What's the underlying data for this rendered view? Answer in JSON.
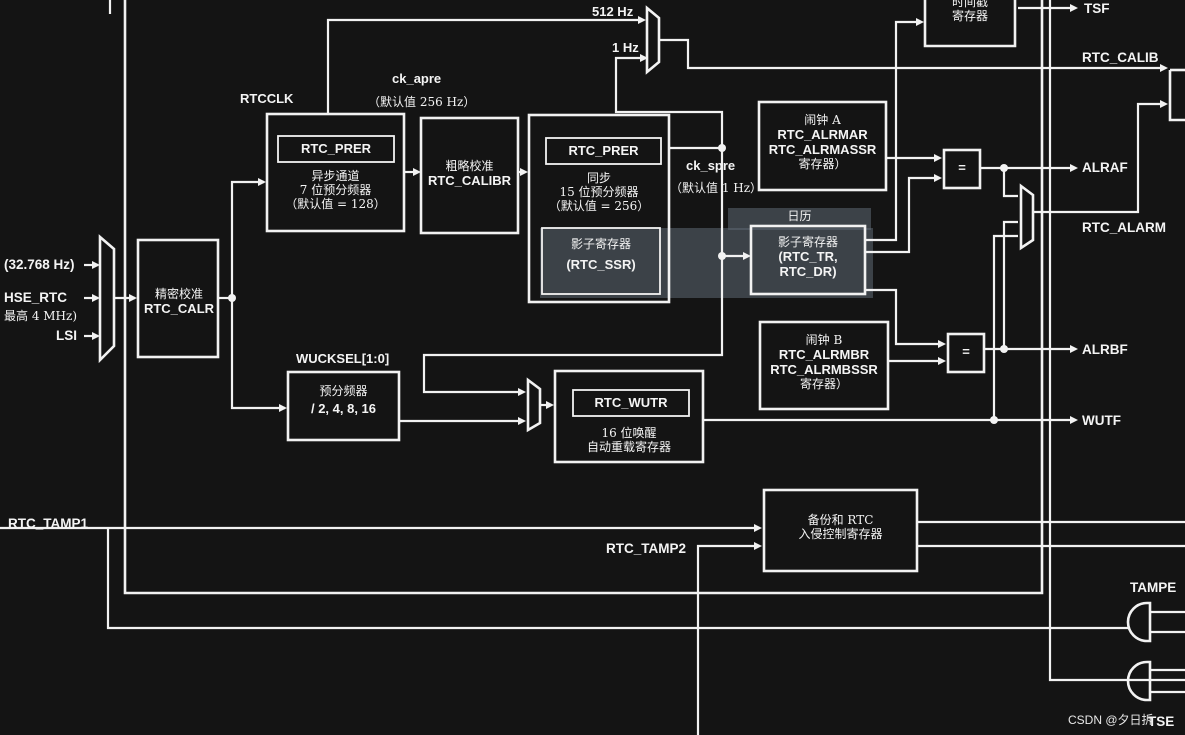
{
  "inputs": {
    "clk_32k": "(32.768 Hz)",
    "hse_rtc": "HSE_RTC",
    "hse_max": "最高 4 MHz)",
    "lsi": "LSI"
  },
  "calr": {
    "line1": "精密校准",
    "line2": "RTC_CALR"
  },
  "rtcclk": "RTCCLK",
  "async_prer": {
    "reg": "RTC_PRER",
    "line1": "异步通道",
    "line2": "7 位预分频器",
    "line3": "（默认值 = 128）"
  },
  "ck_apre": {
    "name": "ck_apre",
    "default": "（默认值 256 Hz）"
  },
  "calibr": {
    "line1": "粗略校准",
    "line2": "RTC_CALIBR"
  },
  "sync_prer": {
    "reg": "RTC_PRER",
    "line1": "同步",
    "line2": "15 位预分频器",
    "line3": "（默认值 = 256）"
  },
  "ssr": {
    "line1": "影子寄存器",
    "line2": "(RTC_SSR)"
  },
  "ck_spre": {
    "name": "ck_spre",
    "default": "（默认值 1 Hz）"
  },
  "calendar": {
    "title": "日历",
    "line1": "影子寄存器",
    "line2": "(RTC_TR,",
    "line3": "RTC_DR)"
  },
  "ts_reg": {
    "line1": "时间戳",
    "line2": "寄存器"
  },
  "mux_labels": {
    "hz512": "512 Hz",
    "hz1": "1 Hz"
  },
  "alarm_a": {
    "line1": "闹钟 A",
    "line2": "RTC_ALRMAR",
    "line3": "RTC_ALRMASSR",
    "line4": "寄存器）"
  },
  "alarm_b": {
    "line1": "闹钟 B",
    "line2": "RTC_ALRMBR",
    "line3": "RTC_ALRMBSSR",
    "line4": "寄存器）"
  },
  "equals": "=",
  "wucksel": "WUCKSEL[1:0]",
  "wake_prescaler": {
    "line1": "预分频器",
    "line2": "/ 2, 4, 8, 16"
  },
  "wutr": {
    "reg": "RTC_WUTR",
    "line1": "16 位唤醒",
    "line2": "自动重载寄存器"
  },
  "backup": {
    "line1": "备份和 RTC",
    "line2": "入侵控制寄存器"
  },
  "tamp": {
    "tamp1": "RTC_TAMP1",
    "tamp2": "RTC_TAMP2",
    "tampe": "TAMPE",
    "tse": "TSE"
  },
  "outputs": {
    "tsf": "TSF",
    "calib": "RTC_CALIB",
    "alraf": "ALRAF",
    "alarm": "RTC_ALARM",
    "alrbf": "ALRBF",
    "wutf": "WUTF"
  },
  "watermark": "CSDN @夕日拆"
}
